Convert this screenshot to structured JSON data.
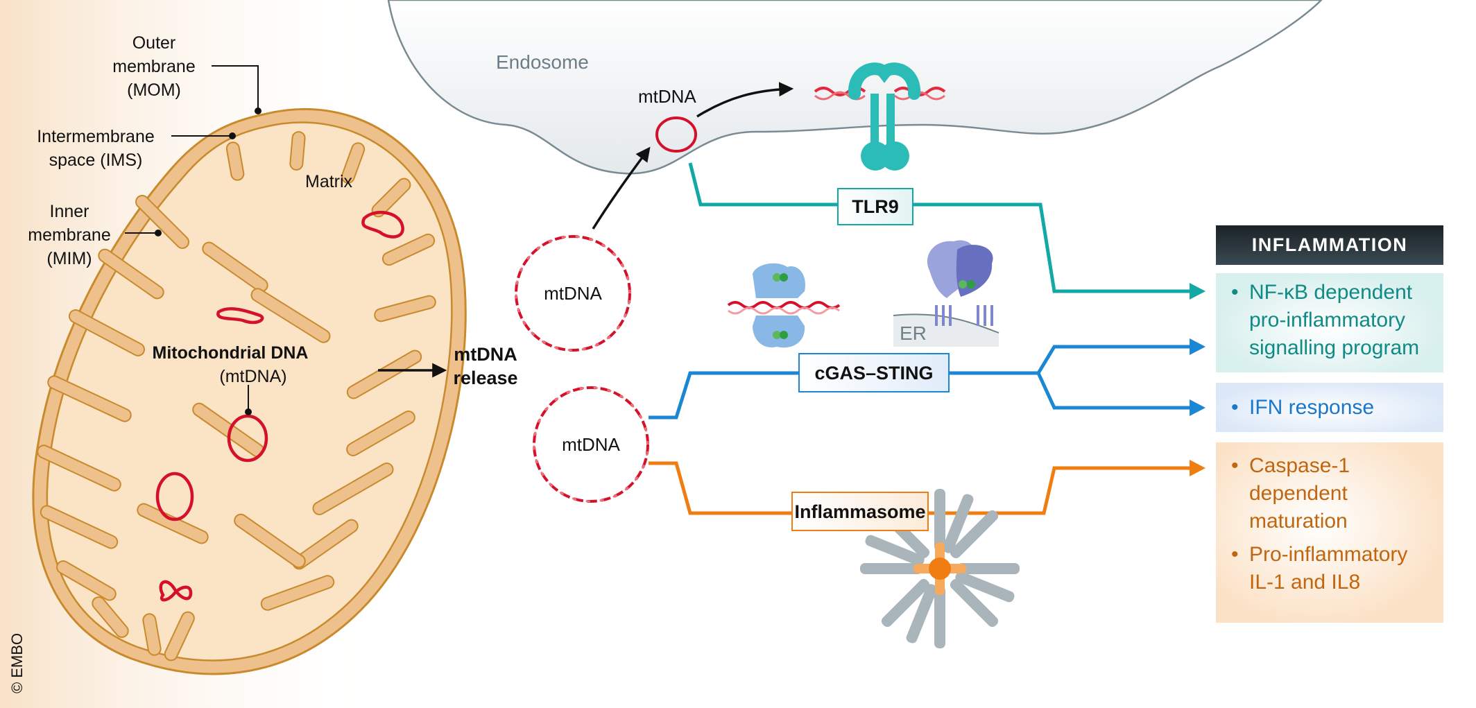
{
  "credit": "© EMBO",
  "mitochondrion": {
    "labels": {
      "outer_membrane": [
        "Outer",
        "membrane",
        "(MOM)"
      ],
      "intermembrane_space": [
        "Intermembrane",
        "space (IMS)"
      ],
      "inner_membrane": [
        "Inner",
        "membrane",
        "(MIM)"
      ],
      "matrix": "Matrix",
      "mtdna_title": "Mitochondrial DNA",
      "mtdna_sub": "(mtDNA)"
    }
  },
  "release_label": [
    "mtDNA",
    "release"
  ],
  "endosome": {
    "label": "Endosome",
    "mtdna_label": "mtDNA"
  },
  "mtdna_circles": [
    "mtDNA",
    "mtDNA"
  ],
  "er_label": "ER",
  "pathways": [
    {
      "name": "TLR9",
      "color": "#12a8a6"
    },
    {
      "name": "cGAS–STING",
      "color": "#1a86d4"
    },
    {
      "name": "Inflammasome",
      "color": "#f07d12"
    }
  ],
  "inflammation": {
    "title": "INFLAMMATION",
    "teal_items": [
      "NF-κB dependent pro-inflammatory signalling program"
    ],
    "blue_items": [
      "IFN response"
    ],
    "orange_items": [
      "Caspase-1 dependent maturation",
      "Pro-inflammatory IL-1 and IL8"
    ]
  },
  "colors": {
    "mito_fill": "#fbe3c6",
    "mito_stroke": "#c98a2c",
    "cristae_fill": "#eec08c",
    "dna_red": "#d5102a",
    "endosome_fill": "#eef1f3",
    "endosome_stroke": "#7a8a93",
    "tlr9": "#2cbcb8"
  }
}
